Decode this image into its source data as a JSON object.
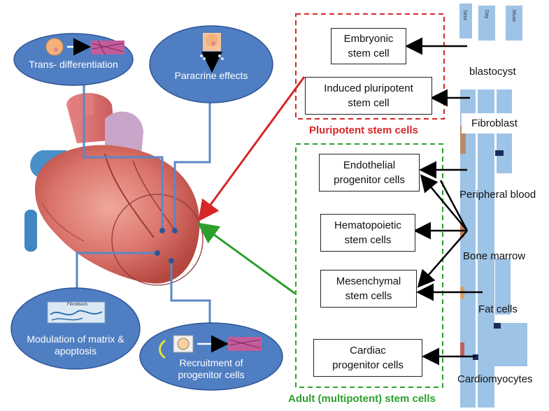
{
  "mechanisms": {
    "transdifferentiation": "Trans-\ndifferentiation",
    "paracrine": "Paracrine\neffects",
    "matrix": "Modulation of\nmatrix  &\napoptosis",
    "recruitment": "Recruitment of\nprogenitor cells",
    "fibroblast_thumb": "Fibroblasts"
  },
  "pluripotent": {
    "title": "Pluripotent stem cells",
    "color": "#d62728",
    "cells": [
      "Embryonic\nstem cell",
      "Induced pluripotent\nstem cell"
    ]
  },
  "adult": {
    "title": "Adult (multipotent) stem cells",
    "color": "#2ca02c",
    "cells": [
      "Endothelial\nprogenitor cells",
      "Hematopoietic\nstem cells",
      "Mesenchymal\nstem cells",
      "Cardiac\nprogenitor cells"
    ]
  },
  "sources": [
    "blastocyst",
    "Fibroblast",
    "Peripheral blood",
    "Bone marrow",
    "Fat cells",
    "Cardiomyocytes"
  ],
  "top_columns": [
    "Sera",
    "Day",
    "Muse"
  ],
  "colors": {
    "ellipse_fill": "#4f7ec2",
    "ellipse_stroke": "#2f5597",
    "connector": "#5b87c5",
    "column_fill": "#9dc3e6",
    "heart_main": "#d9726a"
  }
}
